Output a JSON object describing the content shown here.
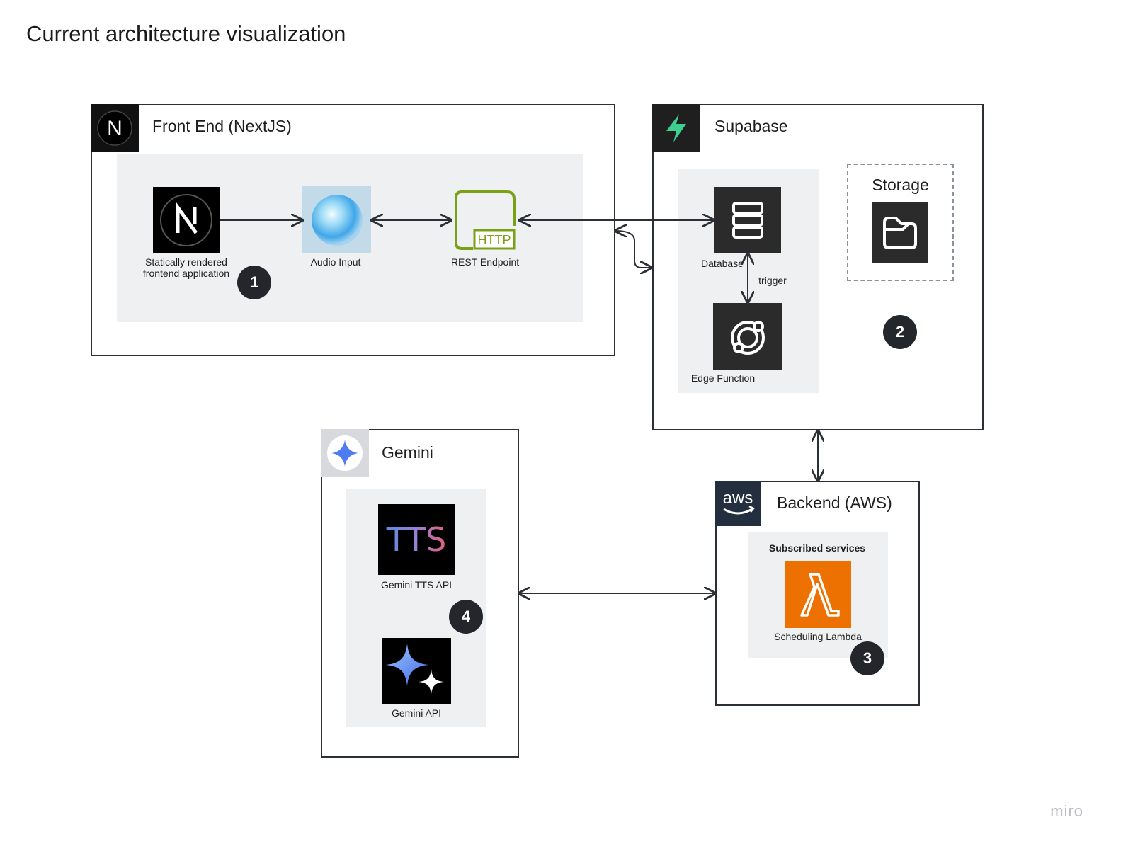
{
  "title": "Current architecture visualization",
  "frontend": {
    "header": "Front End (NextJS)",
    "node_static": "Statically rendered\nfrontend application",
    "node_audio": "Audio Input",
    "node_rest": "REST Endpoint",
    "rest_icon_text": "HTTP",
    "logo_letter": "N",
    "step": "1"
  },
  "supabase": {
    "header": "Supabase",
    "node_database": "Database",
    "node_edge": "Edge Function",
    "trigger_label": "trigger",
    "storage_label": "Storage",
    "step": "2"
  },
  "gemini": {
    "header": "Gemini",
    "node_tts": "Gemini TTS API",
    "tts_icon_text": "TTS",
    "node_api": "Gemini API",
    "step": "4"
  },
  "backend": {
    "header": "Backend (AWS)",
    "logo_text": "aws",
    "subscribed_label": "Subscribed services",
    "node_lambda": "Scheduling Lambda",
    "step": "3"
  },
  "watermark": "miro",
  "colors": {
    "supabase_green": "#3ecf8e",
    "http_green": "#7aa116",
    "lambda_orange": "#ed7100",
    "step_badge": "#23262b",
    "panel_bg": "#eff0f2"
  }
}
